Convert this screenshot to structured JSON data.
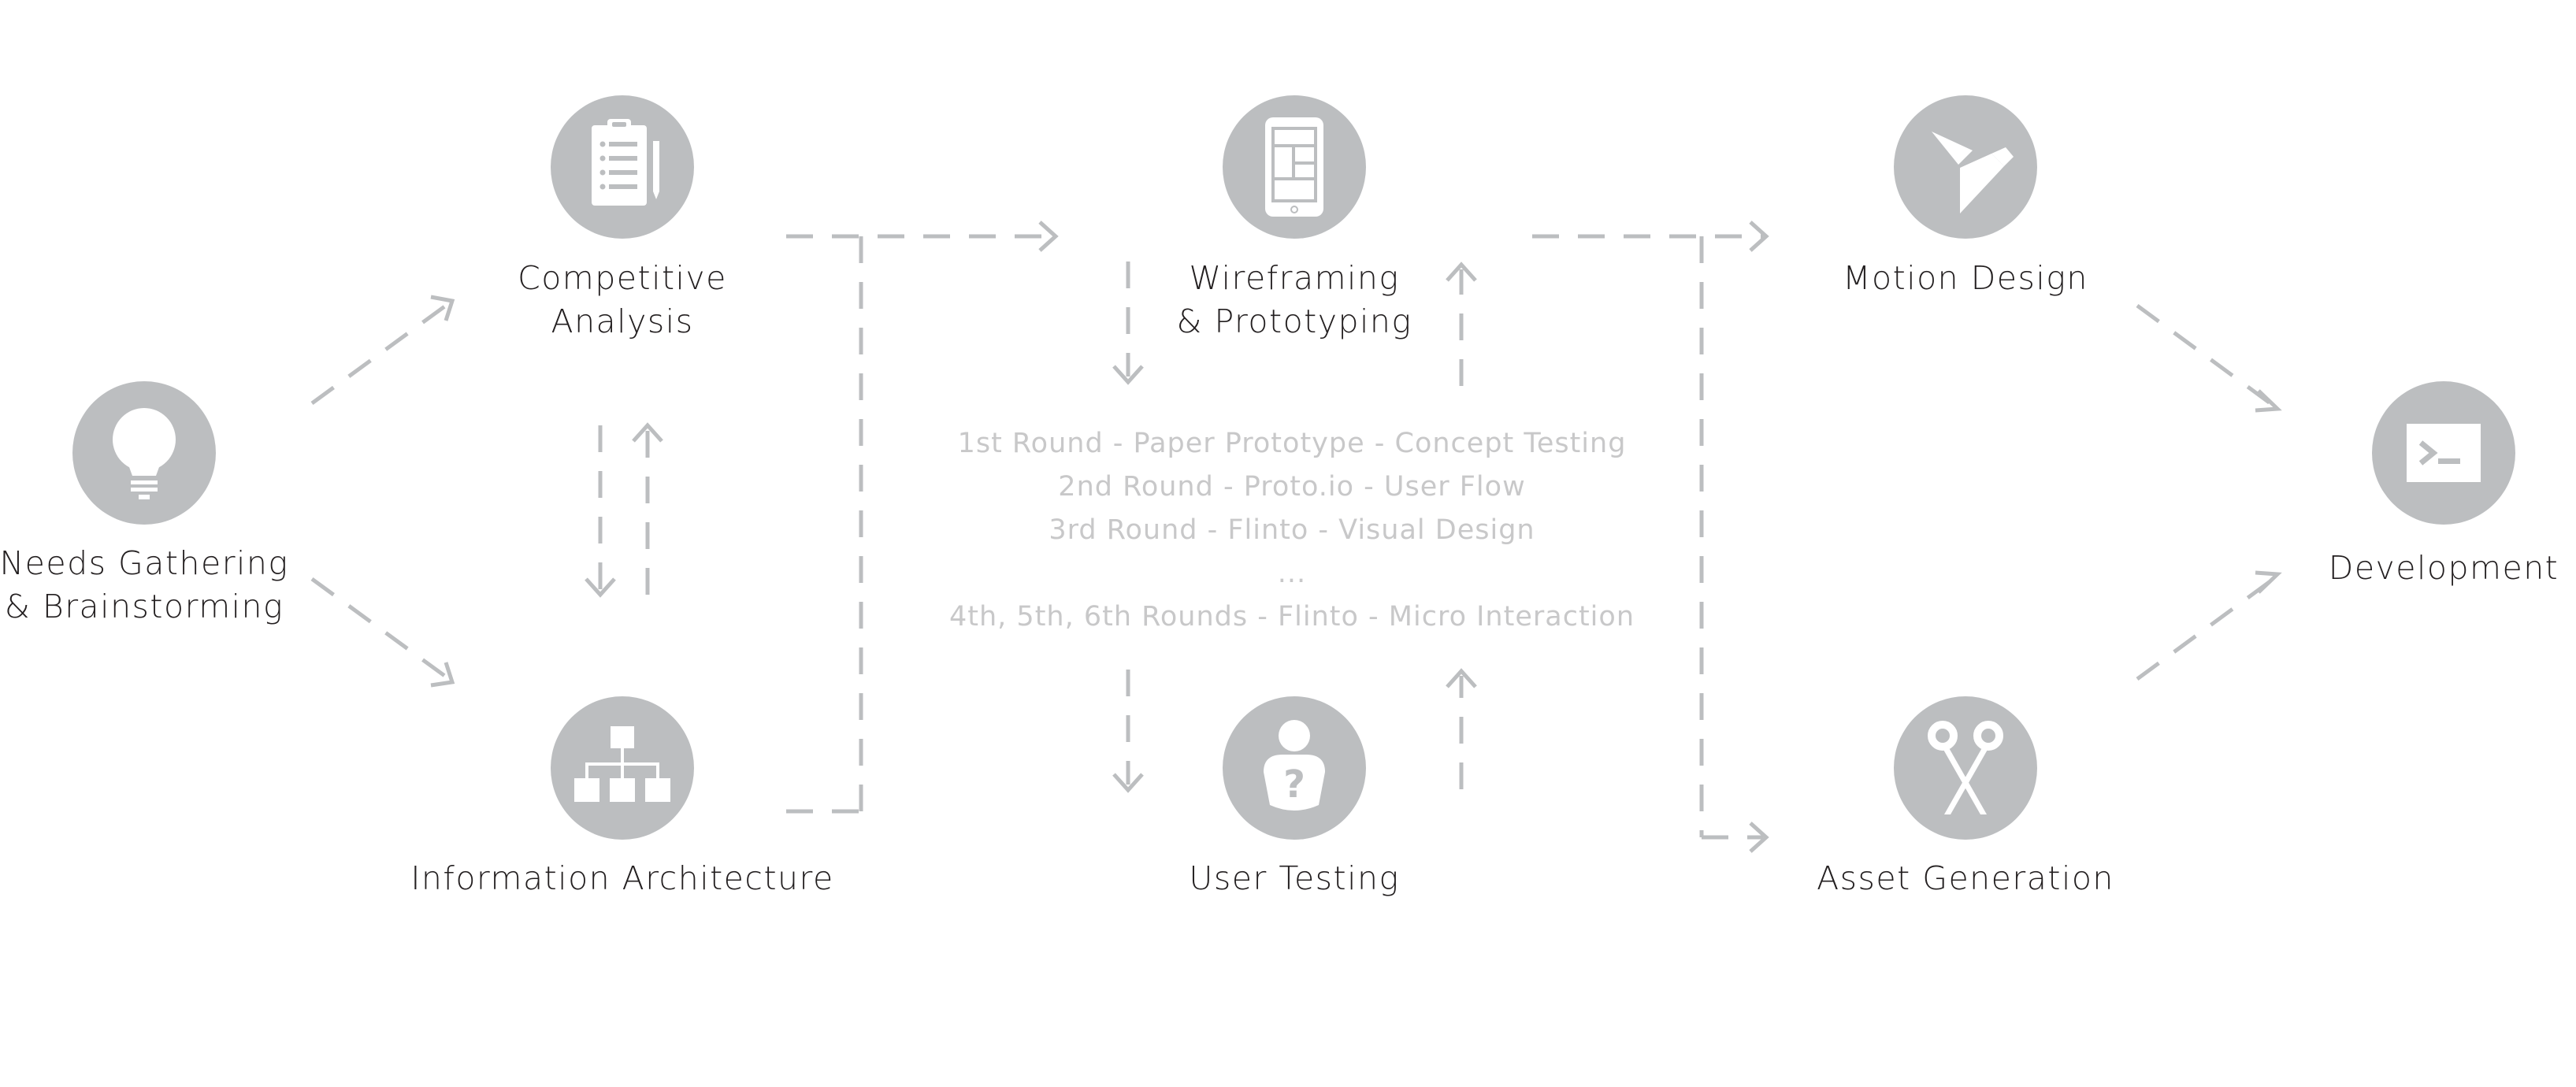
{
  "colors": {
    "icon_fill": "#bcbec0",
    "icon_glyph": "#ffffff",
    "arrow": "#bcbec0",
    "label_text": "#231f20",
    "rounds_text": "#c8c8c9"
  },
  "nodes": {
    "needs": {
      "label_lines": [
        "Needs Gathering",
        "& Brainstorming"
      ],
      "icon": "lightbulb-icon"
    },
    "competitive": {
      "label_lines": [
        "Competitive",
        "Analysis"
      ],
      "icon": "clipboard-icon"
    },
    "ia": {
      "label_lines": [
        "Information Architecture"
      ],
      "icon": "sitemap-icon"
    },
    "wireframing": {
      "label_lines": [
        "Wireframing",
        "& Prototyping"
      ],
      "icon": "tablet-icon"
    },
    "user_testing": {
      "label_lines": [
        "User Testing"
      ],
      "icon": "user-question-icon"
    },
    "motion": {
      "label_lines": [
        "Motion Design"
      ],
      "icon": "origami-bird-icon"
    },
    "asset": {
      "label_lines": [
        "Asset Generation"
      ],
      "icon": "scissors-icon"
    },
    "development": {
      "label_lines": [
        "Development"
      ],
      "icon": "terminal-icon"
    }
  },
  "rounds": [
    "1st Round - Paper Prototype - Concept Testing",
    "2nd Round - Proto.io - User Flow",
    "3rd Round - Flinto - Visual Design",
    "...",
    "4th, 5th, 6th Rounds - Flinto - Micro Interaction"
  ]
}
